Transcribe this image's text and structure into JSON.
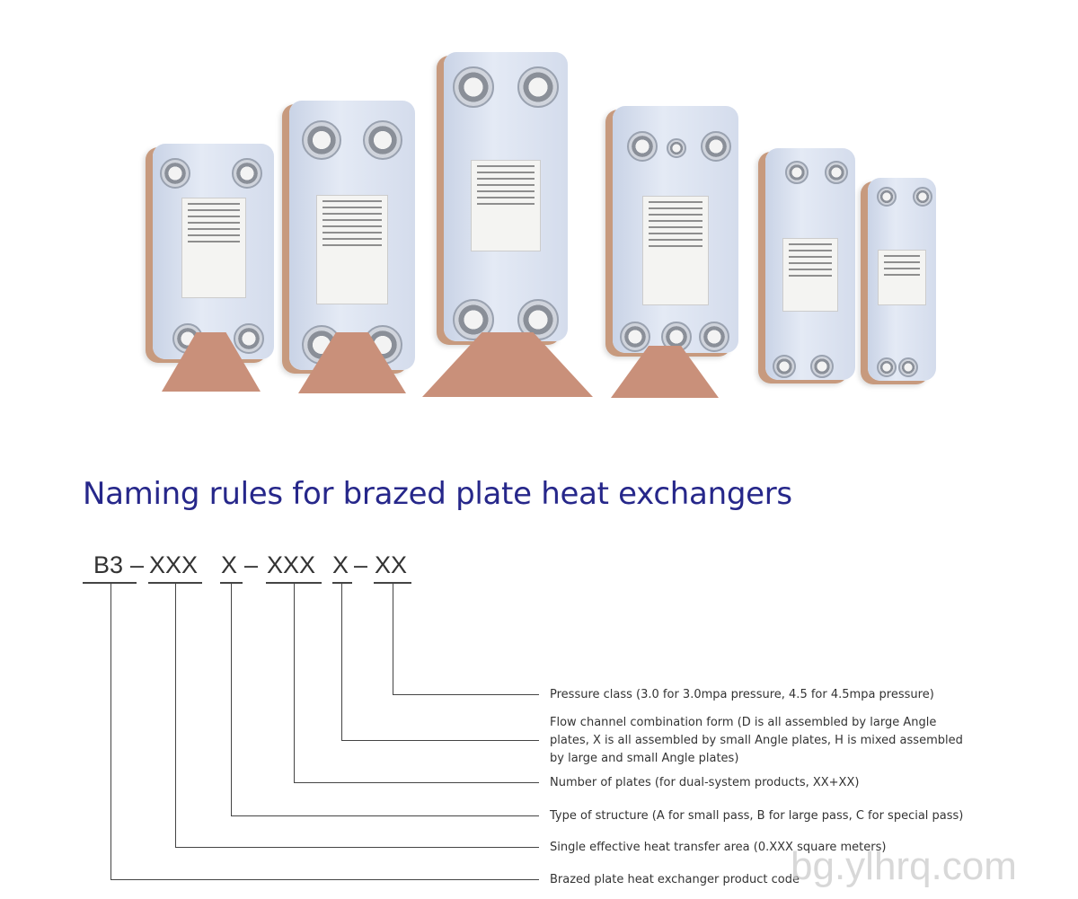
{
  "title": "Naming rules for brazed plate heat exchangers",
  "code_parts": [
    "B3",
    "–",
    "XXX",
    "X",
    "–",
    "XXX",
    "X",
    "–",
    "XX"
  ],
  "descriptions": [
    "Pressure class (3.0 for 3.0mpa pressure, 4.5 for 4.5mpa pressure)",
    "Flow channel combination form (D is all assembled by large Angle plates, X is all assembled by small Angle plates, H is mixed assembled by large and small Angle plates)",
    "Number of plates (for dual-system products, XX+XX)",
    "Type of structure (A for small pass, B for large pass, C for special pass)",
    "Single effective heat transfer area (0.XXX square meters)",
    "Brazed plate heat exchanger product code"
  ],
  "watermark": "bg.ylhrq.com",
  "colors": {
    "title": "#26278a",
    "text": "#333333"
  }
}
